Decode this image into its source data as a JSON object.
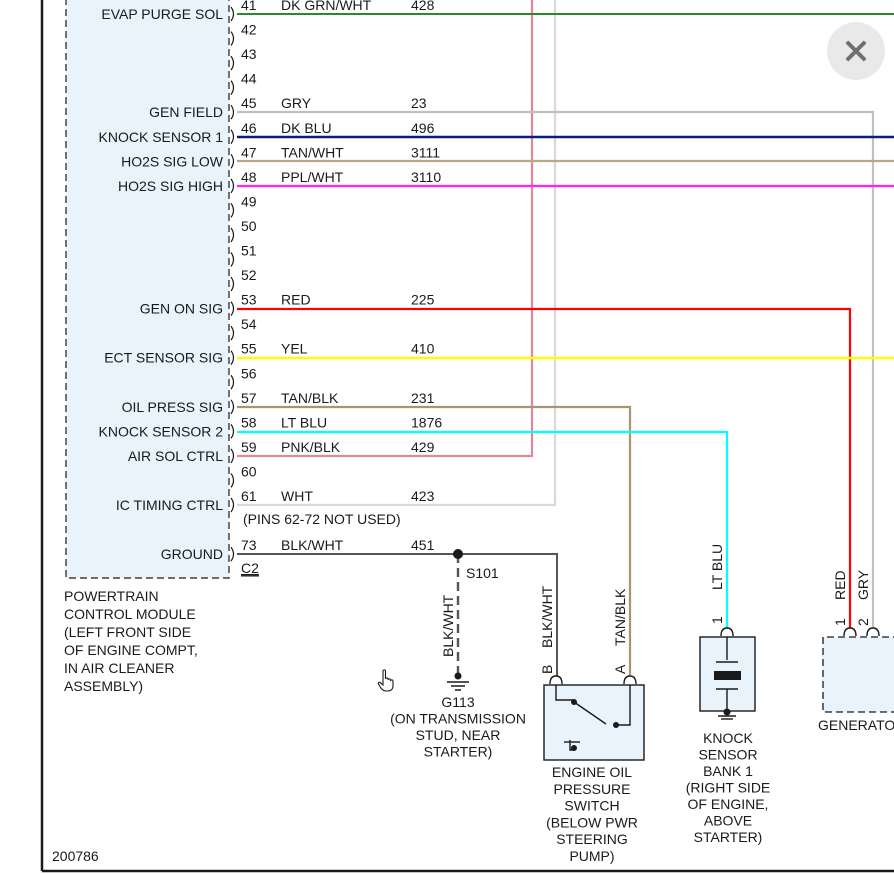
{
  "pins": [
    {
      "num": "41",
      "func": "EVAP PURGE SOL",
      "color": "DK GRN/WHT",
      "circuit": "428",
      "wire": "#2a8a2a"
    },
    {
      "num": "42",
      "func": "",
      "color": "",
      "circuit": ""
    },
    {
      "num": "43",
      "func": "",
      "color": "",
      "circuit": ""
    },
    {
      "num": "44",
      "func": "",
      "color": "",
      "circuit": ""
    },
    {
      "num": "45",
      "func": "GEN FIELD",
      "color": "GRY",
      "circuit": "23",
      "wire": "#c0c0c0"
    },
    {
      "num": "46",
      "func": "KNOCK SENSOR 1",
      "color": "DK BLU",
      "circuit": "496",
      "wire": "#0a1f7a"
    },
    {
      "num": "47",
      "func": "HO2S SIG LOW",
      "color": "TAN/WHT",
      "circuit": "3111",
      "wire": "#b8a88a"
    },
    {
      "num": "48",
      "func": "HO2S SIG HIGH",
      "color": "PPL/WHT",
      "circuit": "3110",
      "wire": "#ff22ff"
    },
    {
      "num": "49",
      "func": "",
      "color": "",
      "circuit": ""
    },
    {
      "num": "50",
      "func": "",
      "color": "",
      "circuit": ""
    },
    {
      "num": "51",
      "func": "",
      "color": "",
      "circuit": ""
    },
    {
      "num": "52",
      "func": "",
      "color": "",
      "circuit": ""
    },
    {
      "num": "53",
      "func": "GEN ON SIG",
      "color": "RED",
      "circuit": "225",
      "wire": "#ff0000"
    },
    {
      "num": "54",
      "func": "",
      "color": "",
      "circuit": ""
    },
    {
      "num": "55",
      "func": "ECT SENSOR SIG",
      "color": "YEL",
      "circuit": "410",
      "wire": "#ffff00"
    },
    {
      "num": "56",
      "func": "",
      "color": "",
      "circuit": ""
    },
    {
      "num": "57",
      "func": "OIL PRESS SIG",
      "color": "TAN/BLK",
      "circuit": "231",
      "wire": "#a89470"
    },
    {
      "num": "58",
      "func": "KNOCK SENSOR 2",
      "color": "LT BLU",
      "circuit": "1876",
      "wire": "#00ffff"
    },
    {
      "num": "59",
      "func": "AIR SOL CTRL",
      "color": "PNK/BLK",
      "circuit": "429",
      "wire": "#e08898"
    },
    {
      "num": "60",
      "func": "",
      "color": "",
      "circuit": ""
    },
    {
      "num": "61",
      "func": "IC TIMING CTRL",
      "color": "WHT",
      "circuit": "423",
      "wire": "#d8d8d8"
    },
    {
      "num": "",
      "func": "",
      "color": "",
      "circuit": ""
    },
    {
      "num": "73",
      "func": "GROUND",
      "color": "BLK/WHT",
      "circuit": "451",
      "wire": "#555555"
    }
  ],
  "pins_not_used_note": "(PINS 62-72 NOT USED)",
  "connector_label": "C2",
  "pcm_label": [
    "POWERTRAIN",
    "CONTROL MODULE",
    "(LEFT FRONT SIDE",
    "OF ENGINE COMPT,",
    "IN AIR CLEANER",
    "ASSEMBLY)"
  ],
  "splice_label": "S101",
  "ground_wire_color": "BLK/WHT",
  "ground_label": [
    "G113",
    "(ON TRANSMISSION",
    "STUD, NEAR",
    "STARTER)"
  ],
  "oil_switch": {
    "pin_b": "B",
    "pin_a": "A",
    "wire_b": "BLK/WHT",
    "wire_a": "TAN/BLK",
    "label": [
      "ENGINE OIL",
      "PRESSURE",
      "SWITCH",
      "(BELOW PWR",
      "STEERING",
      "PUMP)"
    ]
  },
  "knock_sensor": {
    "pin": "1",
    "wire": "LT BLU",
    "label": [
      "KNOCK",
      "SENSOR",
      "BANK 1",
      "(RIGHT SIDE",
      "OF ENGINE,",
      "ABOVE",
      "STARTER)"
    ]
  },
  "generator": {
    "pin1": "1",
    "pin2": "2",
    "wire1": "RED",
    "wire2": "GRY",
    "label": "GENERATO"
  },
  "figure_number": "200786",
  "colors": {
    "module_fill": "#e8f3fb",
    "line": "#1a1a1a",
    "close_bg": "#e9e9e9"
  }
}
